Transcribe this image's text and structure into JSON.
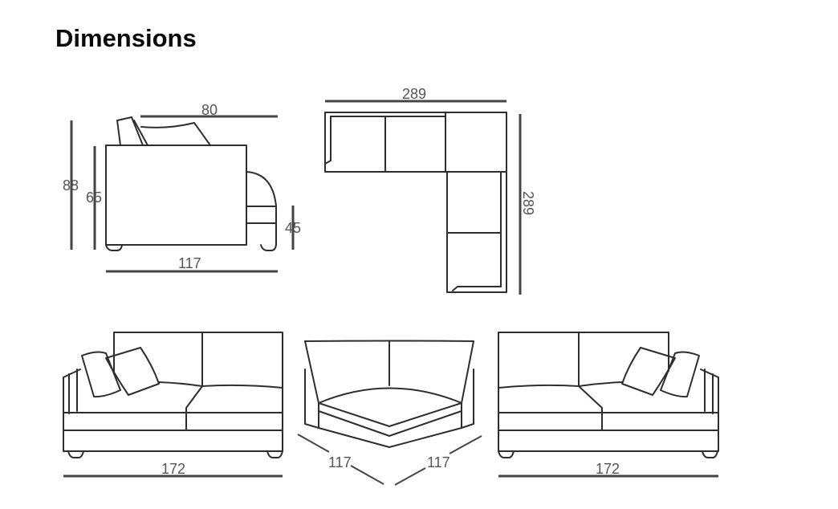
{
  "page": {
    "title": "Dimensions"
  },
  "diagram": {
    "side_view": {
      "depth_label": "117",
      "seat_depth_label": "80",
      "total_height_label": "88",
      "arm_height_label": "65",
      "seat_height_label": "45"
    },
    "top_view": {
      "width_label": "289",
      "depth_label": "289"
    },
    "left_section": {
      "width_label": "172"
    },
    "corner_section": {
      "left_side_label": "117",
      "right_side_label": "117"
    },
    "right_section": {
      "width_label": "172"
    },
    "colors": {
      "line": "#2e2e2e",
      "dimension": "#444444",
      "label": "#555555"
    }
  }
}
